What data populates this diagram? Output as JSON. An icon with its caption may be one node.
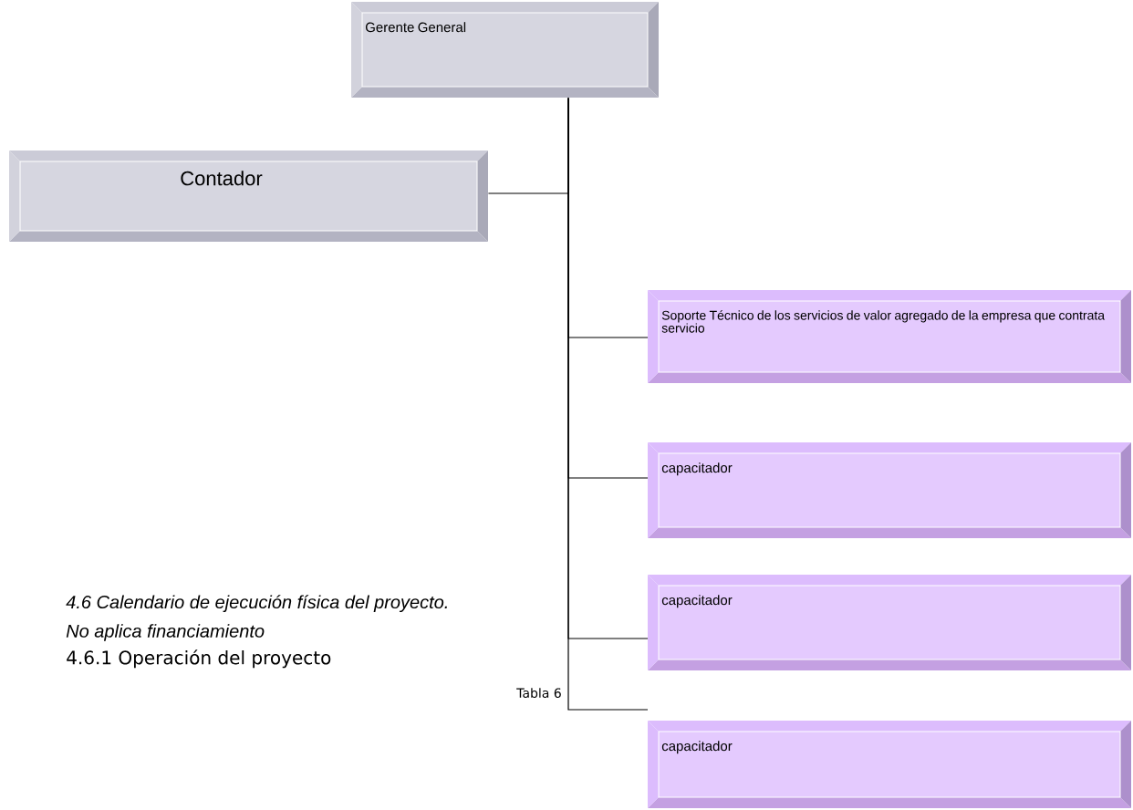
{
  "diagram": {
    "nodes": [
      {
        "text": [
          "Gerente General"
        ]
      },
      {
        "text": [
          "Contador"
        ]
      },
      {
        "text": [
          "Soporte Técnico de los servicios de valor agregado de la empresa que contrata servicio"
        ]
      },
      {
        "text": [
          "capacitador"
        ]
      },
      {
        "text": [
          "capacitador"
        ]
      },
      {
        "text": [
          "capacitador"
        ]
      }
    ],
    "edges": [
      {
        "from": 0,
        "to": 1,
        "arrow": "none"
      },
      {
        "from": 0,
        "to": 2,
        "arrow": "none"
      },
      {
        "from": 0,
        "to": 3,
        "arrow": "none"
      },
      {
        "from": 0,
        "to": 4,
        "arrow": "none"
      },
      {
        "from": 0,
        "to": 5,
        "arrow": "none"
      }
    ],
    "labels": [
      "4.6 Calendario de ejecución física del proyecto.",
      "No aplica financiamiento",
      "4.6.1 Operación del proyecto",
      "Tabla 6"
    ]
  }
}
